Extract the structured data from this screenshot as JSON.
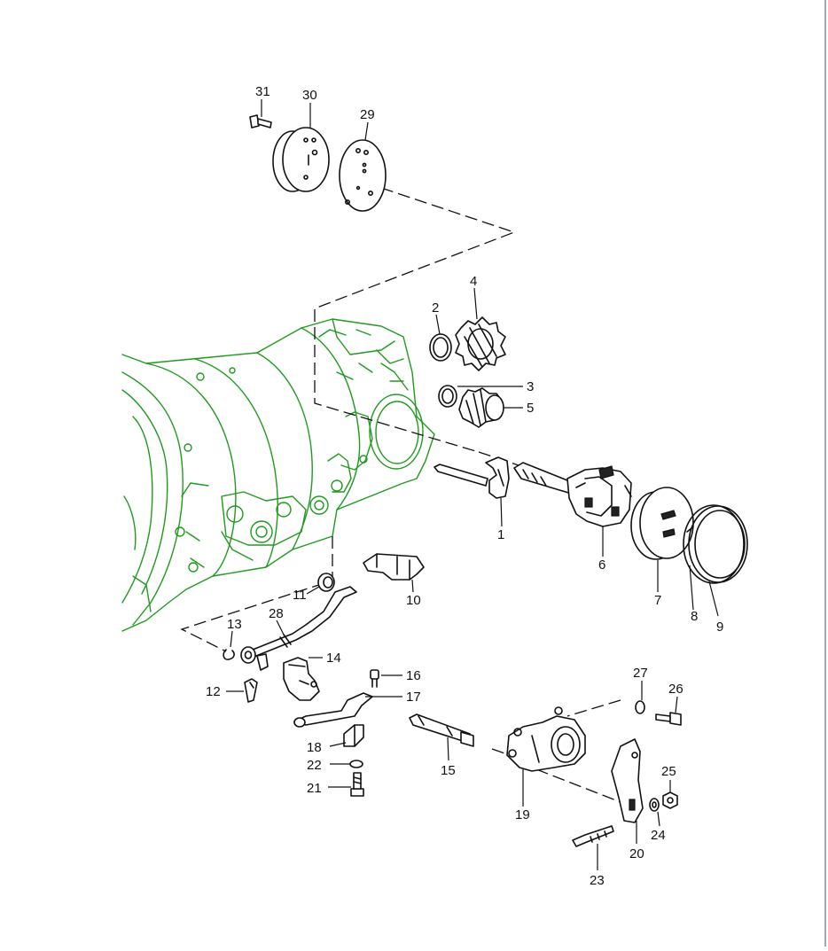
{
  "diagram": {
    "colors": {
      "housing": "#1f9a1f",
      "parts": "#111111",
      "border": "#9aa8c8"
    },
    "callouts": [
      {
        "id": "1",
        "label": "1"
      },
      {
        "id": "2",
        "label": "2"
      },
      {
        "id": "3",
        "label": "3"
      },
      {
        "id": "4",
        "label": "4"
      },
      {
        "id": "5",
        "label": "5"
      },
      {
        "id": "6",
        "label": "6"
      },
      {
        "id": "7",
        "label": "7"
      },
      {
        "id": "8",
        "label": "8"
      },
      {
        "id": "9",
        "label": "9"
      },
      {
        "id": "10",
        "label": "10"
      },
      {
        "id": "11",
        "label": "11"
      },
      {
        "id": "12",
        "label": "12"
      },
      {
        "id": "13",
        "label": "13"
      },
      {
        "id": "14",
        "label": "14"
      },
      {
        "id": "15",
        "label": "15"
      },
      {
        "id": "16",
        "label": "16"
      },
      {
        "id": "17",
        "label": "17"
      },
      {
        "id": "18",
        "label": "18"
      },
      {
        "id": "19",
        "label": "19"
      },
      {
        "id": "20",
        "label": "20"
      },
      {
        "id": "21",
        "label": "21"
      },
      {
        "id": "22",
        "label": "22"
      },
      {
        "id": "23",
        "label": "23"
      },
      {
        "id": "24",
        "label": "24"
      },
      {
        "id": "25",
        "label": "25"
      },
      {
        "id": "26",
        "label": "26"
      },
      {
        "id": "27",
        "label": "27"
      },
      {
        "id": "28",
        "label": "28"
      },
      {
        "id": "29",
        "label": "29"
      },
      {
        "id": "30",
        "label": "30"
      },
      {
        "id": "31",
        "label": "31"
      }
    ]
  }
}
